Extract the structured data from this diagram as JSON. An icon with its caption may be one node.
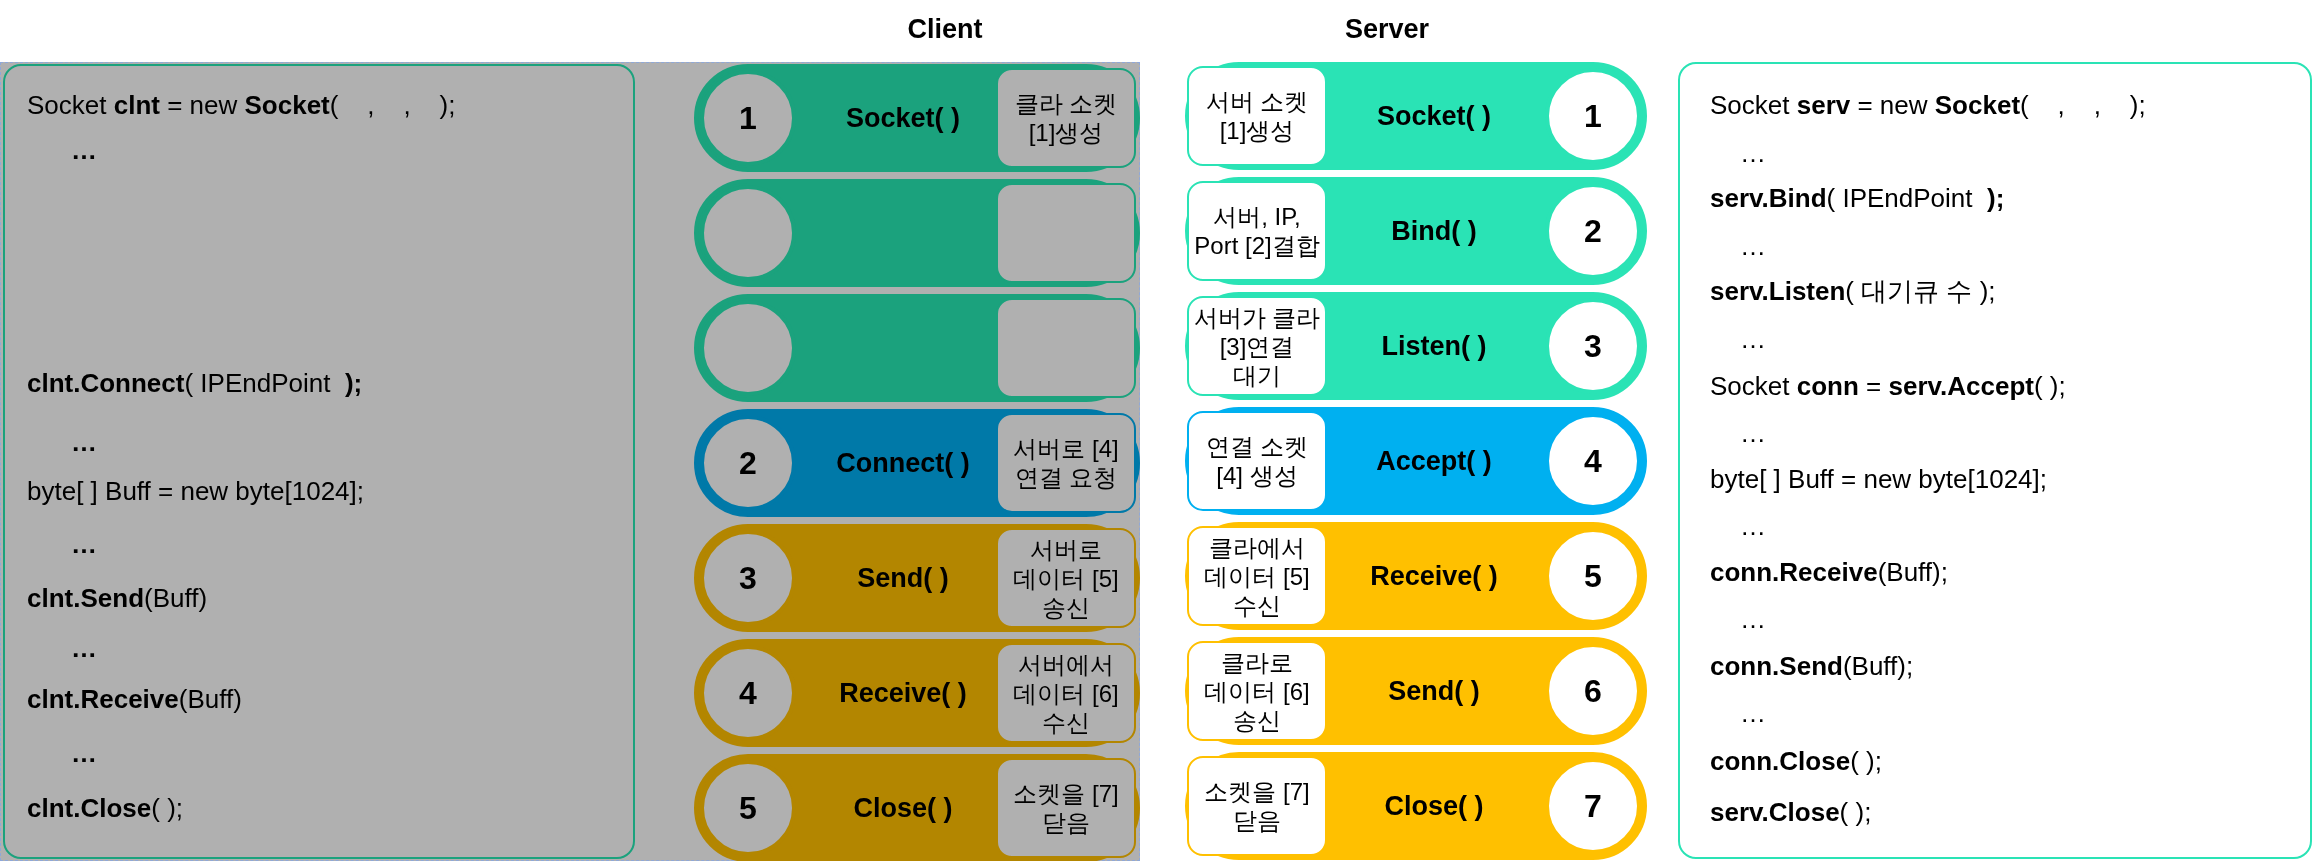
{
  "diagram": {
    "nodes": [
      {
        "text": [
          "Client"
        ]
      },
      {
        "text": [
          "Socket **clnt** = new **Socket**(    ,    ,    );",
          "**…**",
          "**clnt.Connect**( IPEndPoint  **);**",
          "**…**",
          "byte[ ] Buff = new byte[1024];",
          "**…**",
          "**clnt.Send**(Buff)",
          "**…**",
          "**clnt.Receive**(Buff)",
          "**…**",
          "**clnt.Close**( );"
        ],
        "in": 0
      },
      {
        "text": [
          "Socket( )"
        ],
        "in": 0
      },
      {
        "text": [
          "1"
        ],
        "in": 2
      },
      {
        "text": [
          "클라 소켓 [1]생성"
        ],
        "in": 2
      },
      {
        "text": [],
        "shape": "bar",
        "in": 0
      },
      {
        "text": [],
        "shape": "circle",
        "in": 5
      },
      {
        "text": [],
        "shape": "box",
        "in": 5
      },
      {
        "text": [],
        "shape": "bar",
        "in": 0
      },
      {
        "text": [],
        "shape": "circle",
        "in": 8
      },
      {
        "text": [],
        "shape": "box",
        "in": 8
      },
      {
        "text": [
          "Connect( )"
        ],
        "in": 0
      },
      {
        "text": [
          "2"
        ],
        "in": 11
      },
      {
        "text": [
          "서버로 [4]연결 요청"
        ],
        "in": 11
      },
      {
        "text": [
          "Send( )"
        ],
        "in": 0
      },
      {
        "text": [
          "3"
        ],
        "in": 14
      },
      {
        "text": [
          "서버로 데이터 [5]송신"
        ],
        "in": 14
      },
      {
        "text": [
          "Receive( )"
        ],
        "in": 0
      },
      {
        "text": [
          "4"
        ],
        "in": 17
      },
      {
        "text": [
          "서버에서 데이터 [6]수신"
        ],
        "in": 17
      },
      {
        "text": [
          "Close( )"
        ],
        "in": 0
      },
      {
        "text": [
          "5"
        ],
        "in": 20
      },
      {
        "text": [
          "소켓을 [7]닫음"
        ],
        "in": 20
      },
      {
        "text": [
          "Socket( )"
        ]
      },
      {
        "text": [
          "서버 소켓 [1]생성"
        ],
        "in": 23
      },
      {
        "text": [
          "1"
        ],
        "in": 23
      },
      {
        "text": [
          "Bind( )"
        ]
      },
      {
        "text": [
          "서버, IP, Port [2]결합"
        ],
        "in": 26
      },
      {
        "text": [
          "2"
        ],
        "in": 26
      },
      {
        "text": [
          "Listen( )"
        ]
      },
      {
        "text": [
          "서버가 클라 [3]연결 대기"
        ],
        "in": 29
      },
      {
        "text": [
          "3"
        ],
        "in": 29
      },
      {
        "text": [
          "Accept( )"
        ]
      },
      {
        "text": [
          "연결 소켓 [4] 생성"
        ],
        "in": 32
      },
      {
        "text": [
          "4"
        ],
        "in": 32
      },
      {
        "text": [
          "Receive( )"
        ]
      },
      {
        "text": [
          "클라에서 데이터 [5]수신"
        ],
        "in": 35
      },
      {
        "text": [
          "5"
        ],
        "in": 35
      },
      {
        "text": [
          "Send( )"
        ]
      },
      {
        "text": [
          "클라로 데이터 [6]송신"
        ],
        "in": 38
      },
      {
        "text": [
          "6"
        ],
        "in": 38
      },
      {
        "text": [
          "Close( )"
        ]
      },
      {
        "text": [
          "소켓을 [7]닫음"
        ],
        "in": 41
      },
      {
        "text": [
          "7"
        ],
        "in": 41
      },
      {
        "text": [
          "Socket **serv** = new **Socket**(    ,    ,    );",
          "…",
          "**serv.Bind**( IPEndPoint  **);**",
          "…",
          "**serv.Listen**( 대기큐 수 );",
          "…",
          "Socket **conn** = **serv.Accept**( );",
          "…",
          "byte[ ] Buff = new byte[1024];",
          "…",
          "**conn.Receive**(Buff);",
          "…",
          "**conn.Send**(Buff);",
          "…",
          "**conn.Close**( );",
          "**serv.Close**( );"
        ]
      }
    ],
    "edges": [],
    "labels": [
      "Server"
    ]
  }
}
